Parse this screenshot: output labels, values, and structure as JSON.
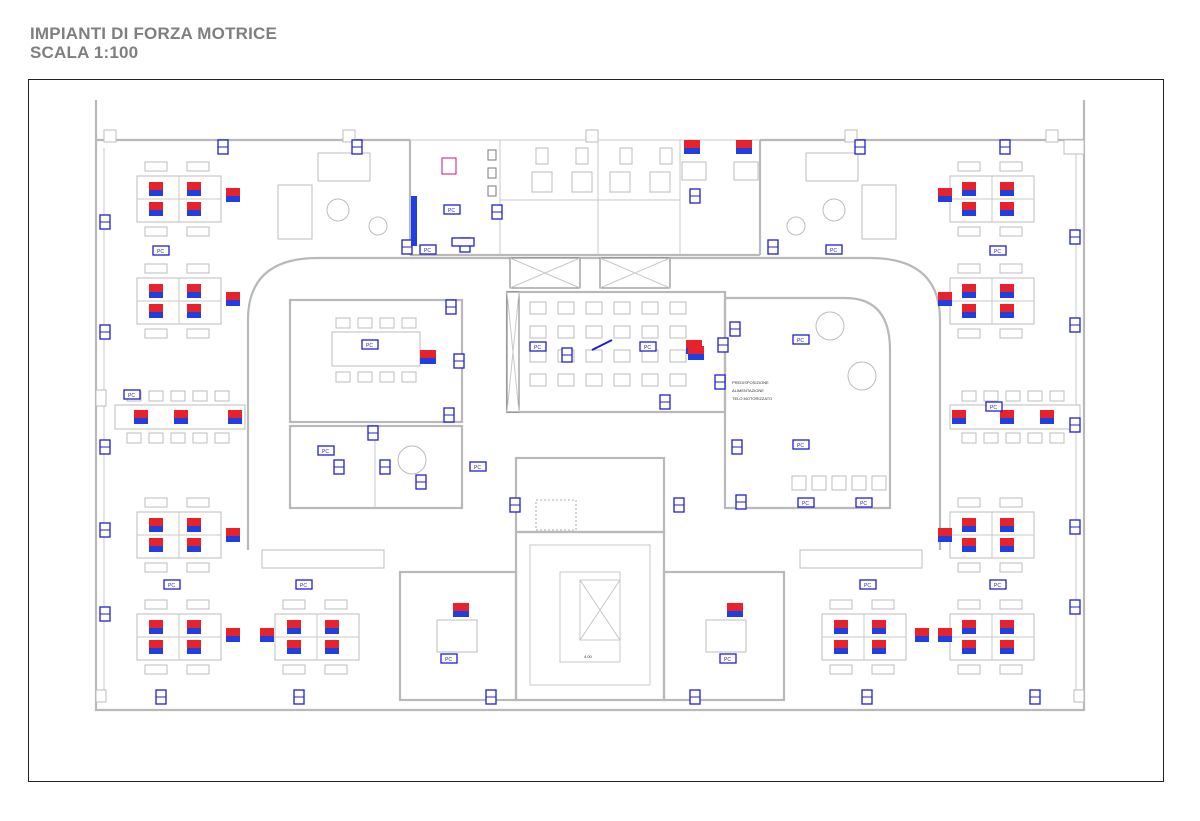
{
  "header": {
    "title": "IMPIANTI DI FORZA MOTRICE",
    "scale": "SCALA 1:100"
  },
  "labels": {
    "pc": "PC",
    "room_annotation": [
      "PREDISPOSIZIONE",
      "ALIMENTAZIONE",
      "TELO MOTORIZZATO"
    ],
    "stair_number": "4.00"
  },
  "colors": {
    "socket_stroke": "#1f1fd0",
    "socket_fill": "#1f3fe0",
    "socket_red": "#e8222a",
    "walls": "#b9b9b9",
    "frame": "#222222",
    "title_text": "#7f7f7f",
    "magenta_marker": "#d0107a"
  }
}
